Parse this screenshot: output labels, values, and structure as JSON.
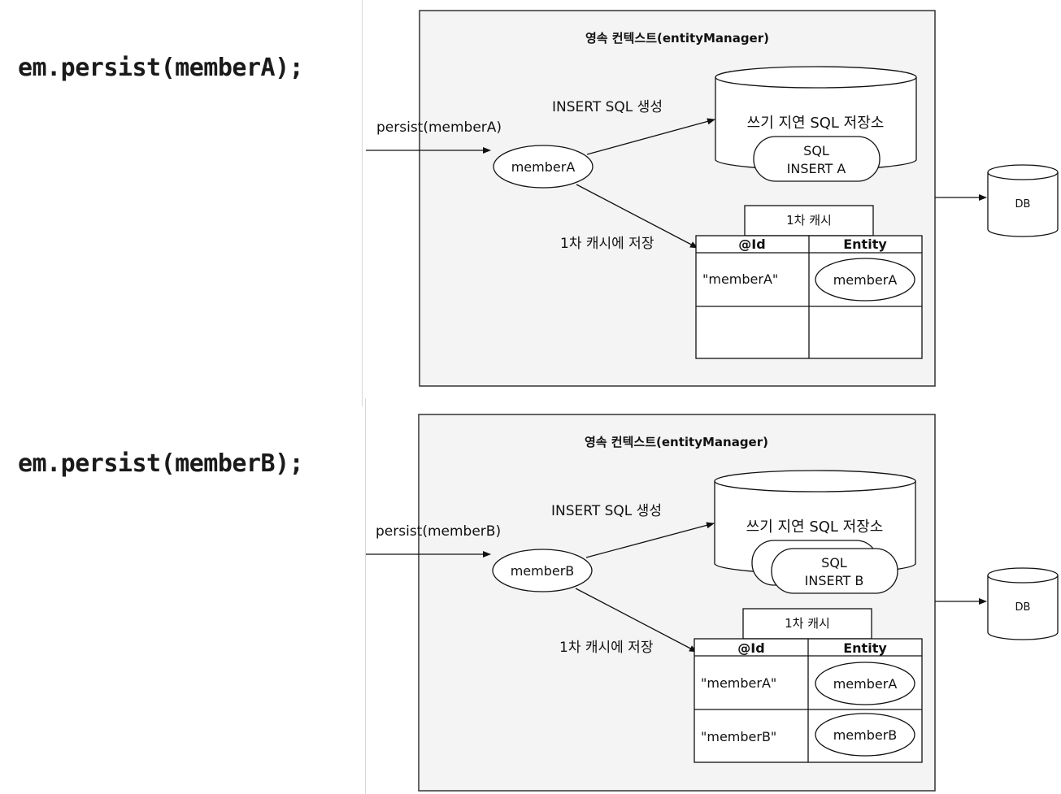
{
  "panels": [
    {
      "code_label": "em.persist(memberA);",
      "context_title": "영속 컨텍스트(entityManager)",
      "call_label": "persist(memberA)",
      "entity_node": "memberA",
      "insert_label": "INSERT SQL 생성",
      "store_label": "1차 캐시에 저장",
      "sql_store_title": "쓰기 지연 SQL 저장소",
      "sql_items": [
        {
          "line1": "SQL",
          "line2": "INSERT A"
        }
      ],
      "cache_title": "1차 캐시",
      "cache_headers": [
        "@Id",
        "Entity"
      ],
      "cache_rows": [
        {
          "id": "\"memberA\"",
          "entity": "memberA"
        },
        {
          "id": "",
          "entity": ""
        }
      ],
      "db_label": "DB"
    },
    {
      "code_label": "em.persist(memberB);",
      "context_title": "영속 컨텍스트(entityManager)",
      "call_label": "persist(memberB)",
      "entity_node": "memberB",
      "insert_label": "INSERT SQL 생성",
      "store_label": "1차 캐시에 저장",
      "sql_store_title": "쓰기 지연 SQL 저장소",
      "sql_items": [
        {
          "line1": "",
          "line2": ""
        },
        {
          "line1": "SQL",
          "line2": "INSERT B"
        }
      ],
      "cache_title": "1차 캐시",
      "cache_headers": [
        "@Id",
        "Entity"
      ],
      "cache_rows": [
        {
          "id": "\"memberA\"",
          "entity": "memberA"
        },
        {
          "id": "\"memberB\"",
          "entity": "memberB"
        }
      ],
      "db_label": "DB"
    }
  ]
}
